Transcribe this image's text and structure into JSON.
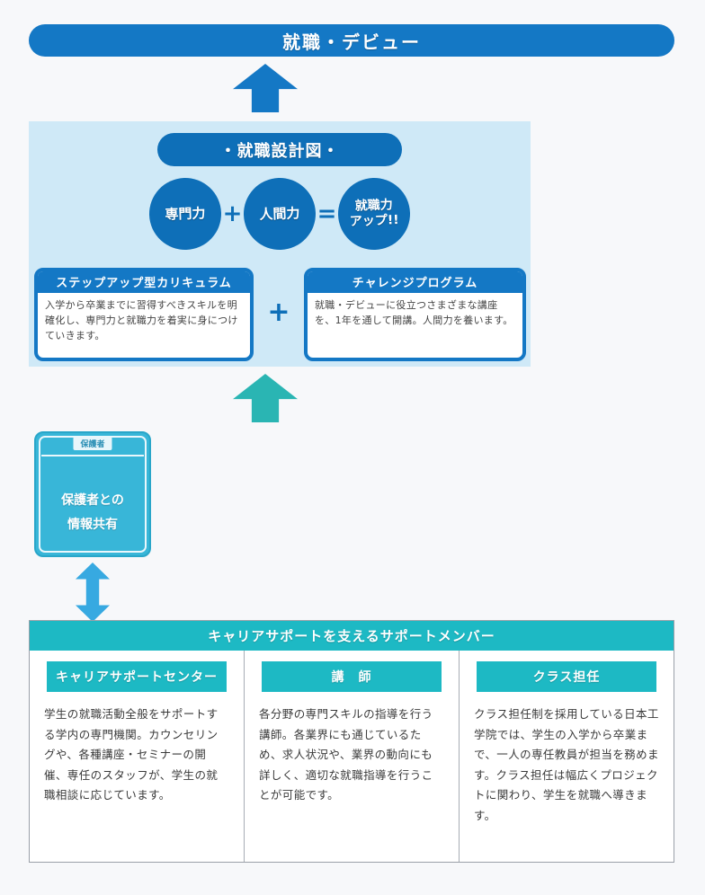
{
  "colors": {
    "primary_blue": "#1478c5",
    "dark_blue": "#0e6fb8",
    "panel_light_blue": "#cfe9f7",
    "teal": "#2ab5b3",
    "support_teal": "#1db9c4",
    "cyan_box": "#38b6d8",
    "double_arrow_cyan": "#37a9e1",
    "background": "#f7f8fa"
  },
  "banner": {
    "label": "就職・デビュー"
  },
  "design_panel": {
    "title": "・就職設計図・",
    "formula": {
      "item1": "専門力",
      "plus": "+",
      "item2": "人間力",
      "equals": "=",
      "result_line1": "就職力",
      "result_line2": "アップ!!"
    },
    "programs_plus": "+",
    "programs": [
      {
        "title": "ステップアップ型カリキュラム",
        "body": "入学から卒業までに習得すべきスキルを明確化し、専門力と就職力を着実に身につけていきます。"
      },
      {
        "title": "チャレンジプログラム",
        "body": "就職・デビューに役立つさまざまな講座を、1年を通して開講。人間力を養います。"
      }
    ]
  },
  "parents_box": {
    "tag": "保護者",
    "line1": "保護者との",
    "line2": "情報共有"
  },
  "support_section": {
    "header": "キャリアサポートを支えるサポートメンバー",
    "columns": [
      {
        "title": "キャリアサポートセンター",
        "body": "学生の就職活動全般をサポートする学内の専門機関。カウンセリングや、各種講座・セミナーの開催、専任のスタッフが、学生の就職相談に応じています。"
      },
      {
        "title": "講　師",
        "body": "各分野の専門スキルの指導を行う講師。各業界にも通じているため、求人状況や、業界の動向にも詳しく、適切な就職指導を行うことが可能です。"
      },
      {
        "title": "クラス担任",
        "body": "クラス担任制を採用している日本工学院では、学生の入学から卒業まで、一人の専任教員が担当を務めます。クラス担任は幅広くプロジェクトに関わり、学生を就職へ導きます。"
      }
    ]
  }
}
